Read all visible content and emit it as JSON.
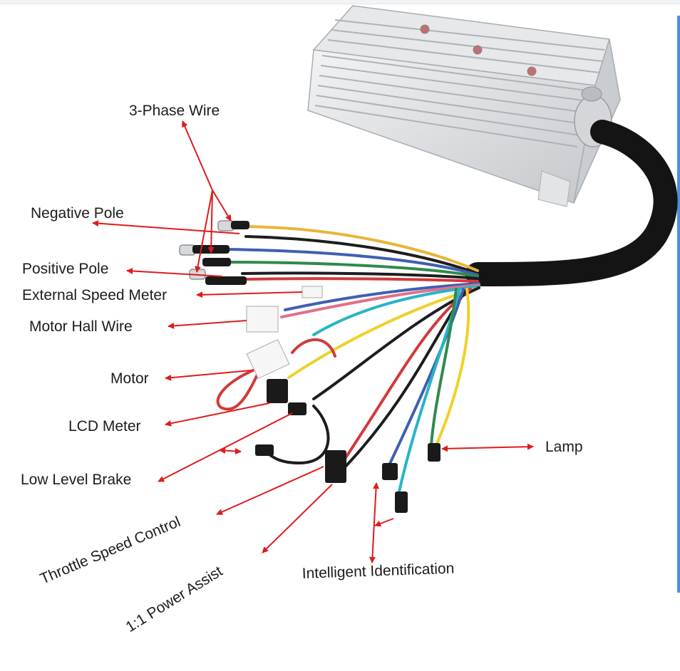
{
  "labels": {
    "three_phase_wire": "3-Phase Wire",
    "negative_pole": "Negative Pole",
    "positive_pole": "Positive Pole",
    "external_speed_meter": "External Speed Meter",
    "motor_hall_wire": "Motor Hall Wire",
    "motor": "Motor",
    "lcd_meter": "LCD Meter",
    "low_level_brake": "Low Level Brake",
    "throttle_speed_control": "Throttle Speed Control",
    "power_assist": "1:1 Power Assist",
    "intelligent_identification": "Intelligent Identification",
    "lamp": "Lamp"
  },
  "colors": {
    "arrow": "#e01b1b",
    "housing": "#d6d9dc",
    "cable": "#141414",
    "wire_yellow": "#e9b53a",
    "wire_black": "#1d1d1d",
    "wire_blue": "#3f5fb3",
    "wire_green": "#2f8a4c",
    "wire_red": "#d23a3a",
    "wire_cyan": "#28b4c8",
    "wire_pink": "#e0708a",
    "wire_bright_yellow": "#f0d02a"
  },
  "icons": [
    "controller-box-icon",
    "cable-harness-icon",
    "connector-plug-icon",
    "ring-terminal-icon"
  ]
}
